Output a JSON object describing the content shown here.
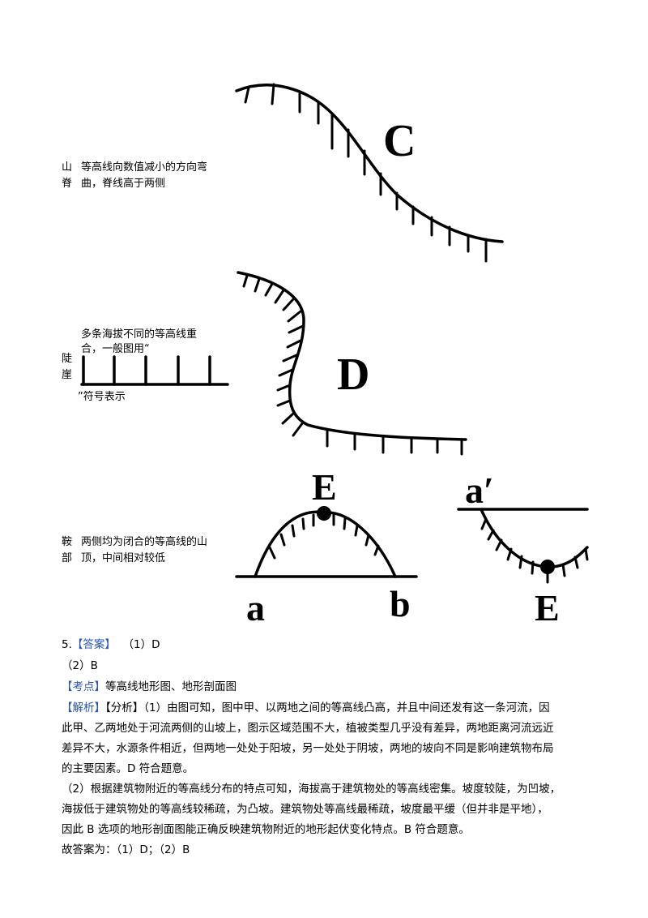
{
  "rows": [
    {
      "term": [
        "山",
        "脊"
      ],
      "desc": [
        "等高线向数值减小的方向弯",
        "曲，脊线高于两侧"
      ],
      "diagram_label": "C"
    },
    {
      "term": [
        "陡",
        "崖"
      ],
      "desc": [
        "多条海拔不同的等高线重",
        "合，一般图用“",
        "”符号表示"
      ],
      "diagram_label": "D"
    },
    {
      "term": [
        "鞍",
        "部"
      ],
      "desc": [
        "两侧均为闭合的等高线的山",
        "顶，中间相对较低"
      ],
      "labels": {
        "e_top": "E",
        "a": "a",
        "b": "b",
        "a_prime": "a′",
        "e_bottom": "E"
      }
    }
  ],
  "answer": {
    "number": "5.",
    "tag_answer": "【答案】",
    "ans1": "（1）D",
    "ans2": "（2）B",
    "tag_kaodian": "【考点】",
    "kaodian": "等高线地形图、地形剖面图",
    "tag_jiexi": "【解析】",
    "jiexi_lines": [
      "【分析】（1）由图可知，图中甲、以两地之间的等高线凸高，并且中间还发有这一条河流，因",
      "此甲、乙两地处于河流两侧的山坡上，图示区域范围不大，植被类型几乎没有差异，两地距离河流远近",
      "差异不大，水源条件相近，但两地一处处于阳坡，另一处处于阴坡，两地的坡向不同是影响建筑物布局",
      "的主要因素。D 符合题意。",
      "（2）根据建筑物附近的等高线分布的特点可知，海拔高于建筑物处的等高线密集。坡度较陡，为凹坡，",
      "海拔低于建筑物处的等高线较稀疏，为凸坡。建筑物处等高线最稀疏，坡度最平缓（但并非是平地），",
      "因此 B 选项的地形剖面图能正确反映建筑物附近的地形起伏变化特点。B 符合题意。",
      "故答案为：（1）D；（2）B"
    ]
  }
}
